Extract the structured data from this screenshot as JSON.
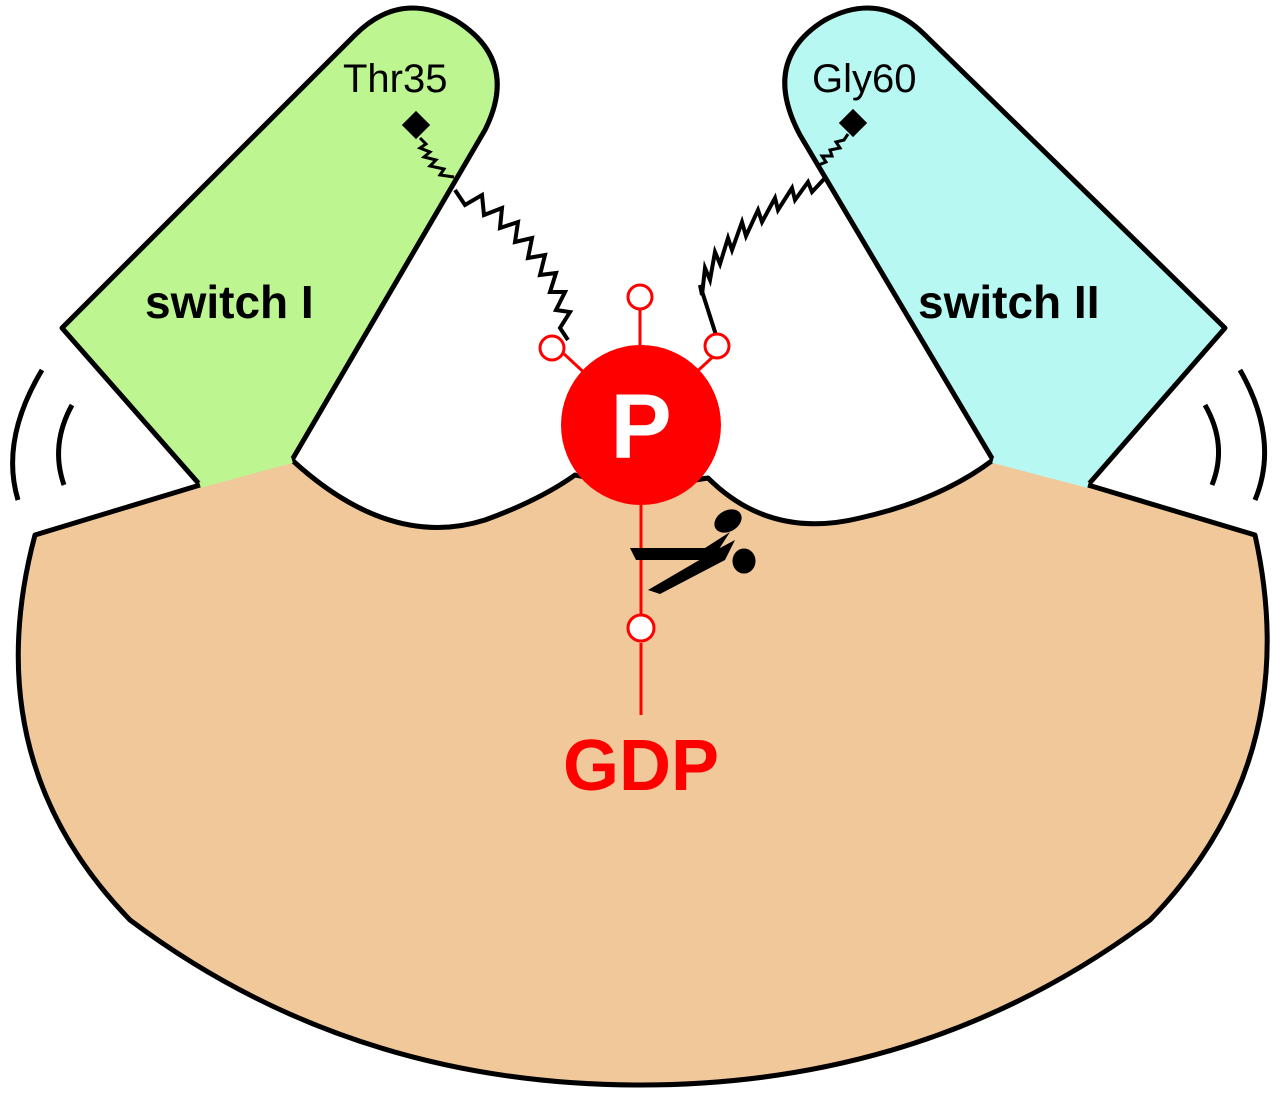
{
  "labels": {
    "switch1": "switch I",
    "switch2": "switch II",
    "residue1": "Thr35",
    "residue2": "Gly60",
    "phosphate": "P",
    "nucleotide": "GDP"
  },
  "colors": {
    "switch1_fill": "#bdf590",
    "switch2_fill": "#b8f8f2",
    "body_fill": "#f0c89a",
    "phosphate": "#ff0000",
    "outline": "#000000"
  },
  "icons": {
    "cleavage": "scissors-icon",
    "residue_marker": "diamond-icon",
    "motion": "motion-arc-icon"
  }
}
